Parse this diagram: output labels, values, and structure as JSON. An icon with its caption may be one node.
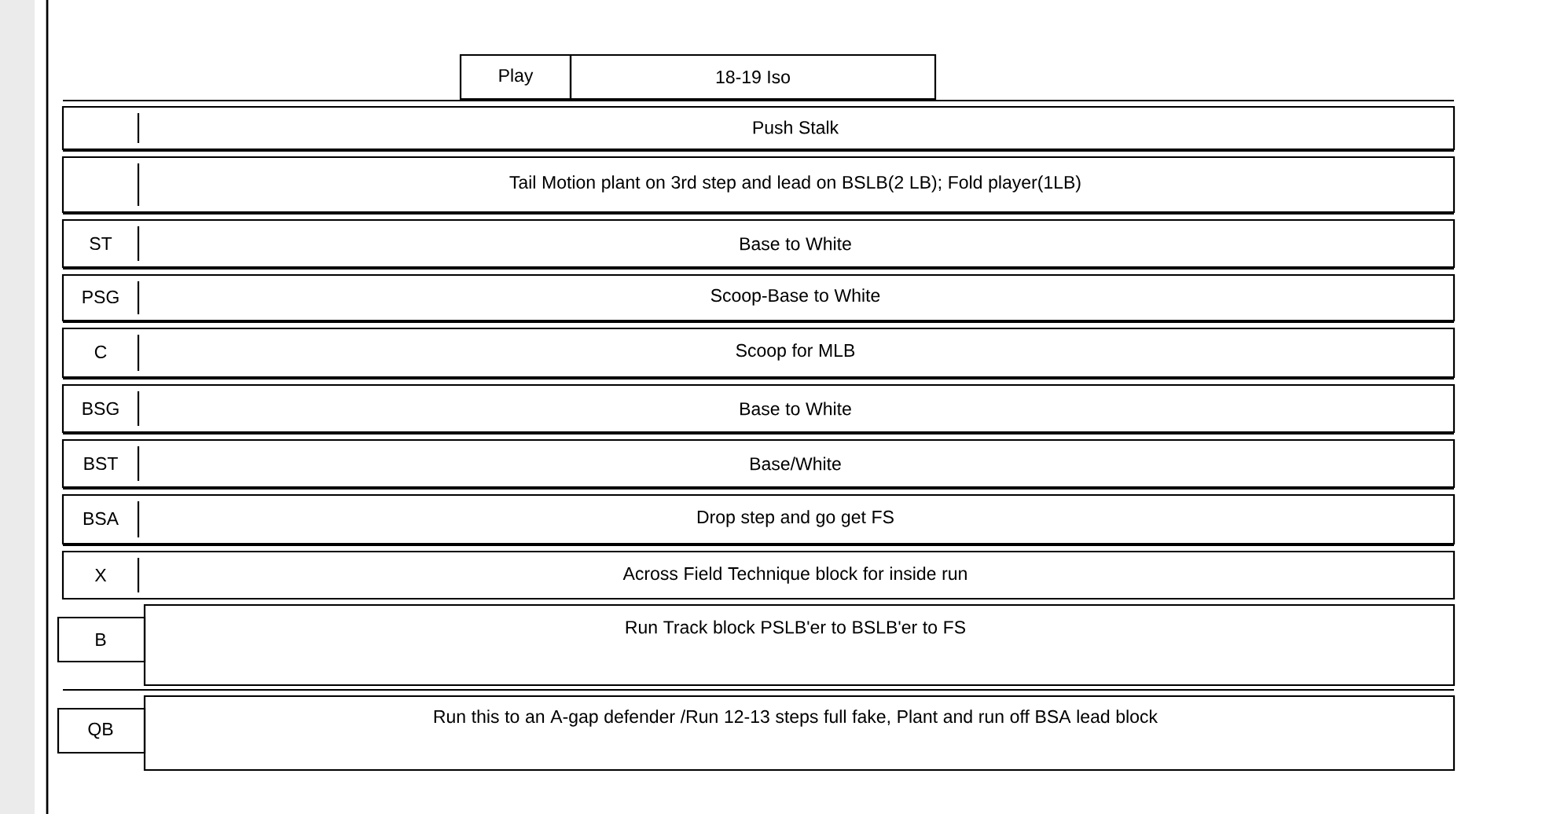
{
  "diagram": {
    "labels": [
      "Play",
      "18-19 Iso",
      "Push Stalk",
      "Tail Motion plant on 3rd step and lead on BSLB(2 LB); Fold player(1LB)",
      "ST",
      "Base to White",
      "PSG",
      "Scoop-Base to White",
      "C",
      "Scoop for MLB",
      "BSG",
      "Base to White",
      "BST",
      "Base/White",
      "BSA",
      "Drop step and go get FS",
      "X",
      "Across Field Technique block for inside run",
      "B",
      "Run Track block PSLB'er to BSLB'er to FS",
      "QB",
      "Run this to an A-gap defender /Run 12-13 steps full fake, Plant and run off BSA lead block"
    ]
  }
}
